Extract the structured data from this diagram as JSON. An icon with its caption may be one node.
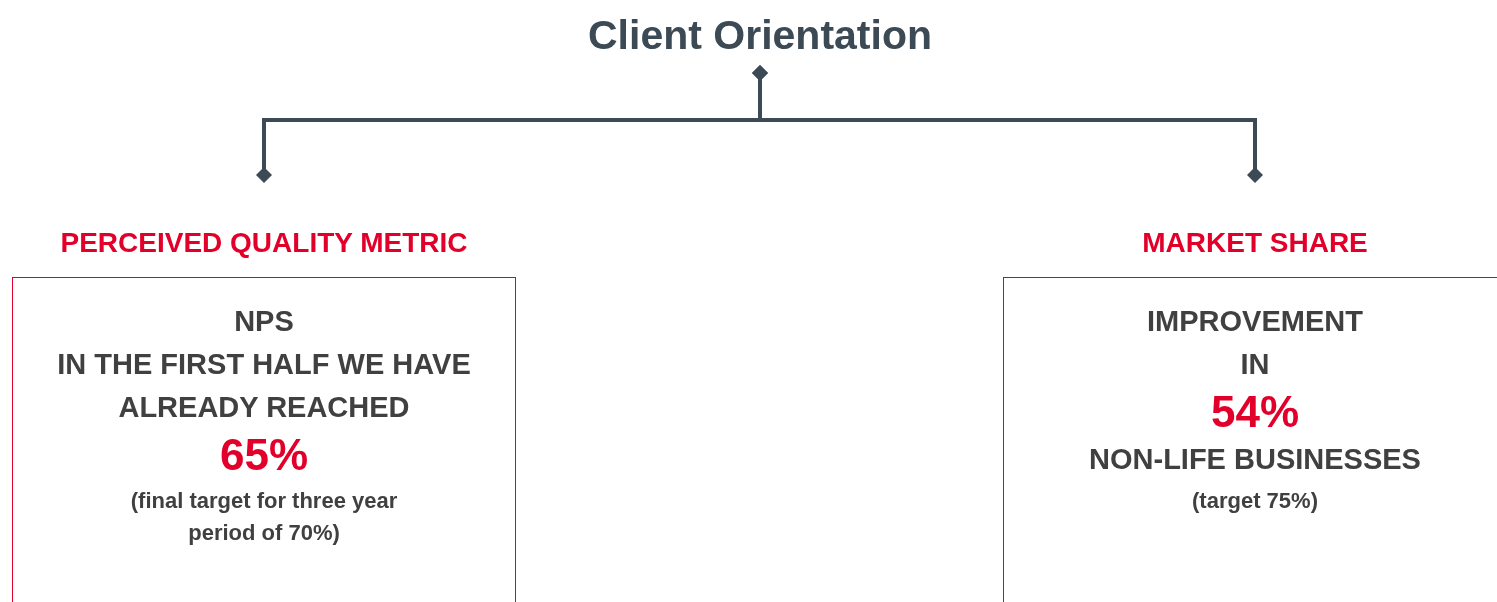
{
  "diagram": {
    "nodes": [
      {
        "text": [
          "Client Orientation"
        ]
      },
      {
        "text": [
          "PERCEIVED QUALITY METRIC",
          "NPS",
          "IN THE FIRST HALF WE HAVE ALREADY REACHED",
          "65%",
          "(final target for three year period of 70%)"
        ]
      },
      {
        "text": [
          "MARKET SHARE",
          "IMPROVEMENT",
          "IN",
          "54%",
          "NON-LIFE BUSINESSES",
          "(target 75%)"
        ]
      }
    ],
    "edges": [
      {
        "from": 0,
        "to": 1,
        "arrow": "other"
      },
      {
        "from": 0,
        "to": 2,
        "arrow": "other"
      }
    ]
  }
}
